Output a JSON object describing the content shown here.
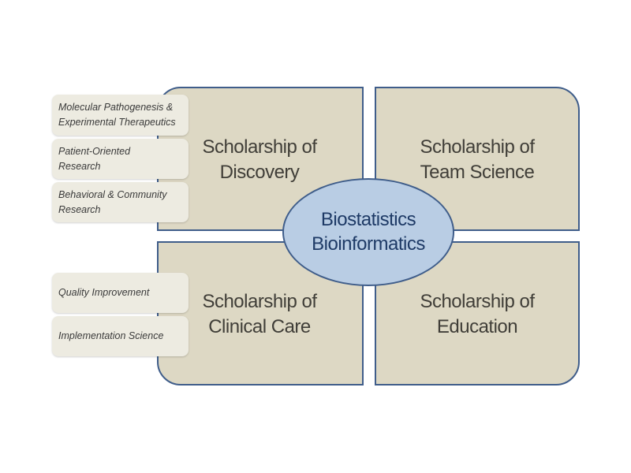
{
  "quadrants": {
    "discovery": {
      "line1": "Scholarship of",
      "line2": "Discovery"
    },
    "team_science": {
      "line1": "Scholarship of",
      "line2": "Team Science"
    },
    "clinical_care": {
      "line1": "Scholarship of",
      "line2": "Clinical Care"
    },
    "education": {
      "line1": "Scholarship of",
      "line2": "Education"
    }
  },
  "center": {
    "line1": "Biostatistics",
    "line2": "Bioinformatics"
  },
  "side_boxes": [
    {
      "line1": "Molecular Pathogenesis &",
      "line2": "Experimental Therapeutics"
    },
    {
      "line1": "Patient-Oriented",
      "line2": "Research"
    },
    {
      "line1": "Behavioral & Community",
      "line2": "Research"
    },
    {
      "line1": "Quality Improvement",
      "line2": ""
    },
    {
      "line1": "Implementation Science",
      "line2": ""
    }
  ],
  "colors": {
    "quadrant_fill": "#ddd8c4",
    "quadrant_border": "#3f5d8a",
    "center_fill": "#b9cde4",
    "center_text": "#1e3a66",
    "side_box_fill": "#edebe1"
  }
}
